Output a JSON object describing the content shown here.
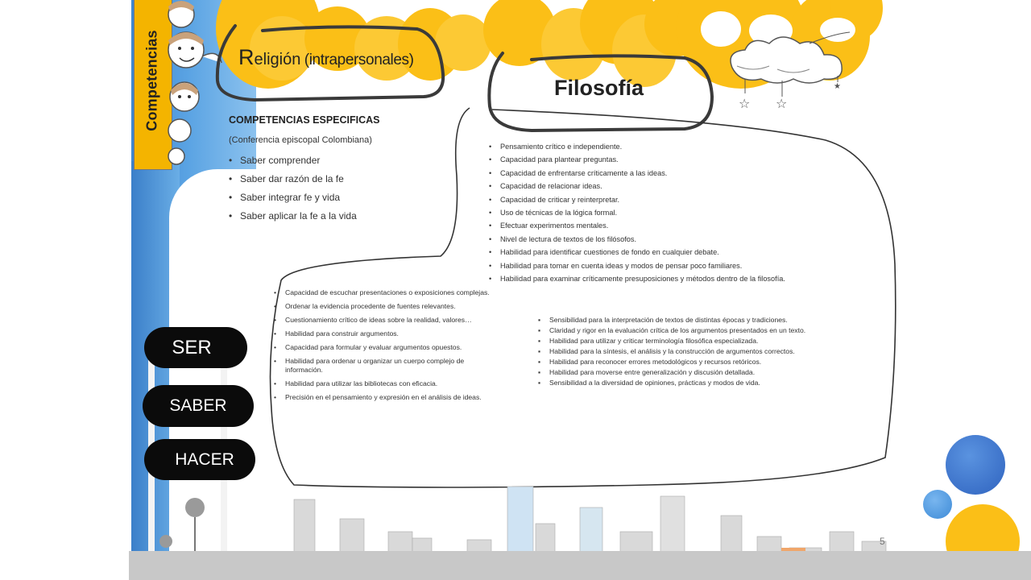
{
  "header": {
    "religion_title_initial": "R",
    "religion_title_rest": "eligión",
    "religion_subtitle": "(intrapersonales)",
    "filosofia_title": "Filosofía",
    "side_tab": "Competencias"
  },
  "competencias_block": {
    "heading": "COMPETENCIAS ESPECIFICAS",
    "source": "(Conferencia episcopal Colombiana)",
    "items": [
      "Saber comprender",
      "Saber dar razón de la fe",
      "Saber integrar fe y vida",
      "Saber aplicar la fe a la vida"
    ]
  },
  "filosofia_list": [
    "Pensamiento crítico e independiente.",
    "Capacidad para plantear preguntas.",
    "Capacidad de enfrentarse críticamente a las ideas.",
    "Capacidad de relacionar ideas.",
    "Capacidad de criticar y reinterpretar.",
    "Uso de técnicas de la lógica formal.",
    "Efectuar experimentos mentales.",
    "Nivel de lectura de textos de los filósofos.",
    "Habilidad para identificar cuestiones de fondo en cualquier debate.",
    "Habilidad para tomar en cuenta ideas y modos de pensar poco familiares.",
    "Habilidad para examinar críticamente presuposiciones y métodos dentro de la filosofía."
  ],
  "saber_list": [
    "Capacidad de escuchar presentaciones o exposiciones complejas.",
    "Ordenar la evidencia procedente de fuentes relevantes.",
    "Cuestionamiento crítico de ideas sobre la realidad, valores…",
    "Habilidad para construir argumentos.",
    "Capacidad para formular y evaluar argumentos opuestos.",
    "Habilidad para ordenar u organizar un cuerpo complejo de información.",
    "Habilidad para utilizar las bibliotecas con eficacia.",
    "Precisión en el pensamiento y expresión en el análisis de ideas."
  ],
  "hacer_list": [
    "Sensibilidad para la interpretación de textos de distintas épocas y tradiciones.",
    "Claridad y rigor en la evaluación crítica de los argumentos presentados en un texto.",
    "Habilidad para utilizar y criticar terminología filosófica especializada.",
    "Habilidad para la síntesis, el análisis y la construcción de argumentos correctos.",
    "Habilidad para reconocer errores metodológicos y recursos retóricos.",
    "Habilidad para moverse entre generalización y discusión detallada.",
    "Sensibilidad a la diversidad de opiniones, prácticas y modos de vida."
  ],
  "buttons": {
    "ser": "SER",
    "saber": "SABER",
    "hacer": "HACER"
  },
  "page_number": "5",
  "colors": {
    "accent_yellow": "#fbbf17",
    "accent_blue": "#2f6fc6",
    "strip_blue": "#4a93d9",
    "button_black": "#0b0b0b"
  }
}
